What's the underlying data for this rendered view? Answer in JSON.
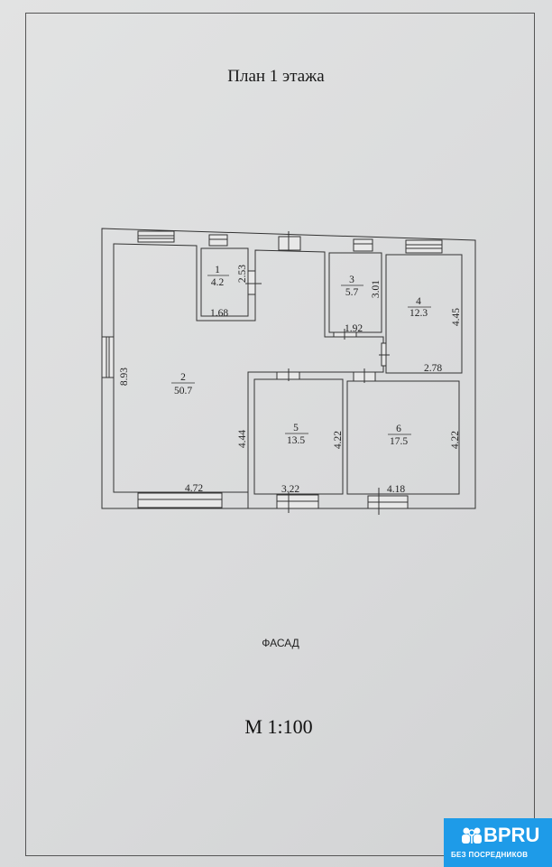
{
  "title": "План 1 этажа",
  "facade_label": "ФАСАД",
  "scale_label": "М 1:100",
  "rooms": [
    {
      "number": "1",
      "area": "4.2"
    },
    {
      "number": "2",
      "area": "50.7"
    },
    {
      "number": "3",
      "area": "5.7"
    },
    {
      "number": "4",
      "area": "12.3"
    },
    {
      "number": "5",
      "area": "13.5"
    },
    {
      "number": "6",
      "area": "17.5"
    }
  ],
  "dimensions": {
    "room1_height": "2.53",
    "room1_width": "1.68",
    "room2_height": "8.93",
    "room2_lower_height": "4.44",
    "room2_width": "4.72",
    "room3_height": "3.01",
    "room3_width": "1.92",
    "room4_height": "4.45",
    "room4_width": "2.78",
    "room5_height": "4.22",
    "room5_width": "3.22",
    "room6_height": "4.22",
    "room6_width": "4.18"
  },
  "badge": {
    "brand": "BPRU",
    "tagline": "БЕЗ ПОСРЕДНИКОВ"
  },
  "colors": {
    "badge": "#1e9be8",
    "line": "#333333"
  }
}
